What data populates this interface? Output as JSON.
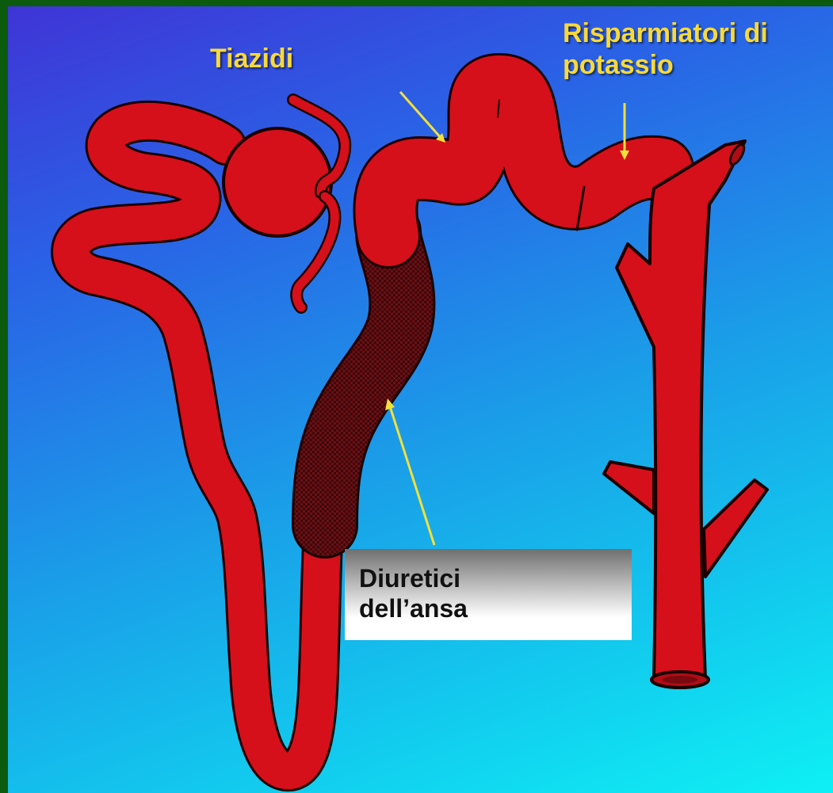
{
  "labels": {
    "thiazides": "Tiazidi",
    "potassium_sparing_line1": "Risparmiatori di",
    "potassium_sparing_line2": "potassio",
    "loop_line1": "Diuretici",
    "loop_line2": "dell’ansa"
  },
  "colors": {
    "tubule": "#d5101b",
    "tubule_outline": "#1a0000",
    "loop_segment": "#5a0c10",
    "arrow": "#f2e03a",
    "label_text": "#f7d93a",
    "frame": "#0b5a0e"
  }
}
